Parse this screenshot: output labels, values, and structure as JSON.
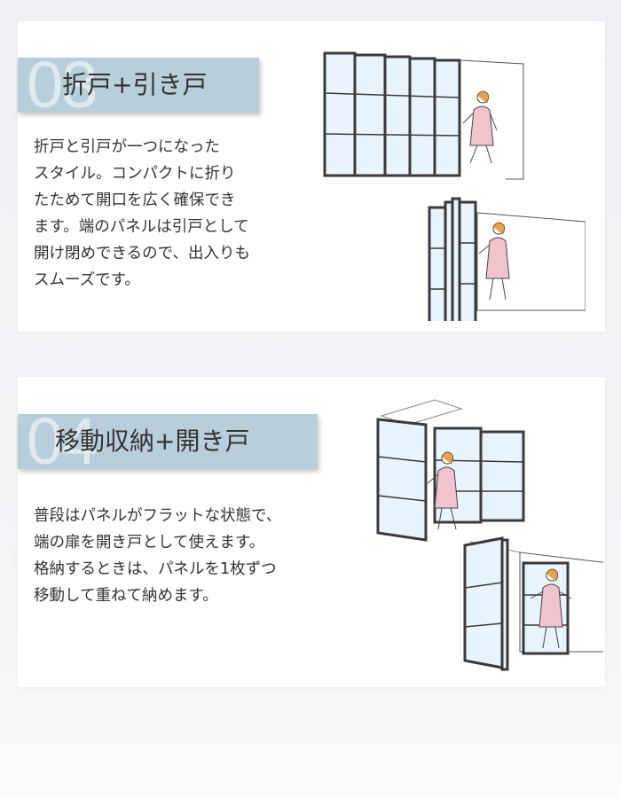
{
  "sections": [
    {
      "number": "03",
      "title": "折戸+引き戸",
      "lines": [
        "折戸と引戸が一つになった",
        "スタイル。コンパクトに折り",
        "たためて開口を広く確保でき",
        "ます。端のパネルは引戸として",
        "開け閉めできるので、出入りも",
        "スムーズです。"
      ]
    },
    {
      "number": "04",
      "title": "移動収納+開き戸",
      "lines": [
        "普段はパネルがフラットな状態で、",
        "端の扉を開き戸として使えます。",
        "格納するときは、パネルを1枚ずつ",
        "移動して重ねて納めます。"
      ]
    }
  ],
  "colors": {
    "label_bar": "#b9cedb",
    "frame": "#3a3a3a",
    "glass": "#e9f3fb",
    "dress": "#f0c3cf",
    "hair": "#e8a34a"
  }
}
